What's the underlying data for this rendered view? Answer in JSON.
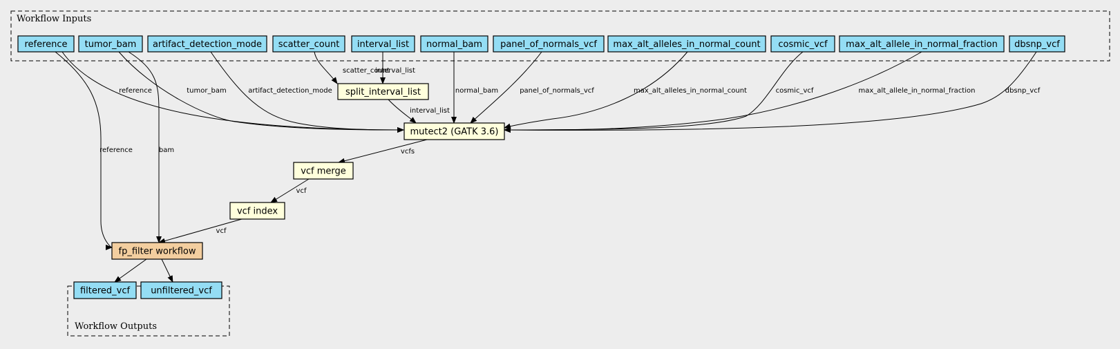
{
  "clusters": {
    "inputs": {
      "label": "Workflow Inputs"
    },
    "outputs": {
      "label": "Workflow Outputs"
    }
  },
  "nodes": [
    {
      "id": "reference",
      "label": "reference",
      "kind": "input"
    },
    {
      "id": "tumor_bam",
      "label": "tumor_bam",
      "kind": "input"
    },
    {
      "id": "artifact_detection_mode",
      "label": "artifact_detection_mode",
      "kind": "input"
    },
    {
      "id": "scatter_count",
      "label": "scatter_count",
      "kind": "input"
    },
    {
      "id": "interval_list",
      "label": "interval_list",
      "kind": "input"
    },
    {
      "id": "normal_bam",
      "label": "normal_bam",
      "kind": "input"
    },
    {
      "id": "panel_of_normals_vcf",
      "label": "panel_of_normals_vcf",
      "kind": "input"
    },
    {
      "id": "max_alt_alleles_in_normal_count",
      "label": "max_alt_alleles_in_normal_count",
      "kind": "input"
    },
    {
      "id": "cosmic_vcf",
      "label": "cosmic_vcf",
      "kind": "input"
    },
    {
      "id": "max_alt_allele_in_normal_fraction",
      "label": "max_alt_allele_in_normal_fraction",
      "kind": "input"
    },
    {
      "id": "dbsnp_vcf",
      "label": "dbsnp_vcf",
      "kind": "input"
    },
    {
      "id": "split_interval_list",
      "label": "split_interval_list",
      "kind": "step"
    },
    {
      "id": "mutect2",
      "label": "mutect2 (GATK 3.6)",
      "kind": "step"
    },
    {
      "id": "vcf_merge",
      "label": "vcf merge",
      "kind": "step"
    },
    {
      "id": "vcf_index",
      "label": "vcf index",
      "kind": "step"
    },
    {
      "id": "fp_filter",
      "label": "fp_filter workflow",
      "kind": "workflow"
    },
    {
      "id": "filtered_vcf",
      "label": "filtered_vcf",
      "kind": "output"
    },
    {
      "id": "unfiltered_vcf",
      "label": "unfiltered_vcf",
      "kind": "output"
    }
  ],
  "edges": [
    {
      "from": "scatter_count",
      "to": "split_interval_list",
      "label": "scatter_count"
    },
    {
      "from": "interval_list",
      "to": "split_interval_list",
      "label": "interval_list"
    },
    {
      "from": "reference",
      "to": "mutect2",
      "label": "reference"
    },
    {
      "from": "tumor_bam",
      "to": "mutect2",
      "label": "tumor_bam"
    },
    {
      "from": "artifact_detection_mode",
      "to": "mutect2",
      "label": "artifact_detection_mode"
    },
    {
      "from": "split_interval_list",
      "to": "mutect2",
      "label": "interval_list"
    },
    {
      "from": "normal_bam",
      "to": "mutect2",
      "label": "normal_bam"
    },
    {
      "from": "panel_of_normals_vcf",
      "to": "mutect2",
      "label": "panel_of_normals_vcf"
    },
    {
      "from": "max_alt_alleles_in_normal_count",
      "to": "mutect2",
      "label": "max_alt_alleles_in_normal_count"
    },
    {
      "from": "cosmic_vcf",
      "to": "mutect2",
      "label": "cosmic_vcf"
    },
    {
      "from": "max_alt_allele_in_normal_fraction",
      "to": "mutect2",
      "label": "max_alt_allele_in_normal_fraction"
    },
    {
      "from": "dbsnp_vcf",
      "to": "mutect2",
      "label": "dbsnp_vcf"
    },
    {
      "from": "mutect2",
      "to": "vcf_merge",
      "label": "vcfs"
    },
    {
      "from": "vcf_merge",
      "to": "vcf_index",
      "label": "vcf"
    },
    {
      "from": "vcf_index",
      "to": "fp_filter",
      "label": "vcf"
    },
    {
      "from": "reference",
      "to": "fp_filter",
      "label": "reference"
    },
    {
      "from": "tumor_bam",
      "to": "fp_filter",
      "label": "bam"
    },
    {
      "from": "fp_filter",
      "to": "filtered_vcf",
      "label": ""
    },
    {
      "from": "fp_filter",
      "to": "unfiltered_vcf",
      "label": ""
    }
  ]
}
